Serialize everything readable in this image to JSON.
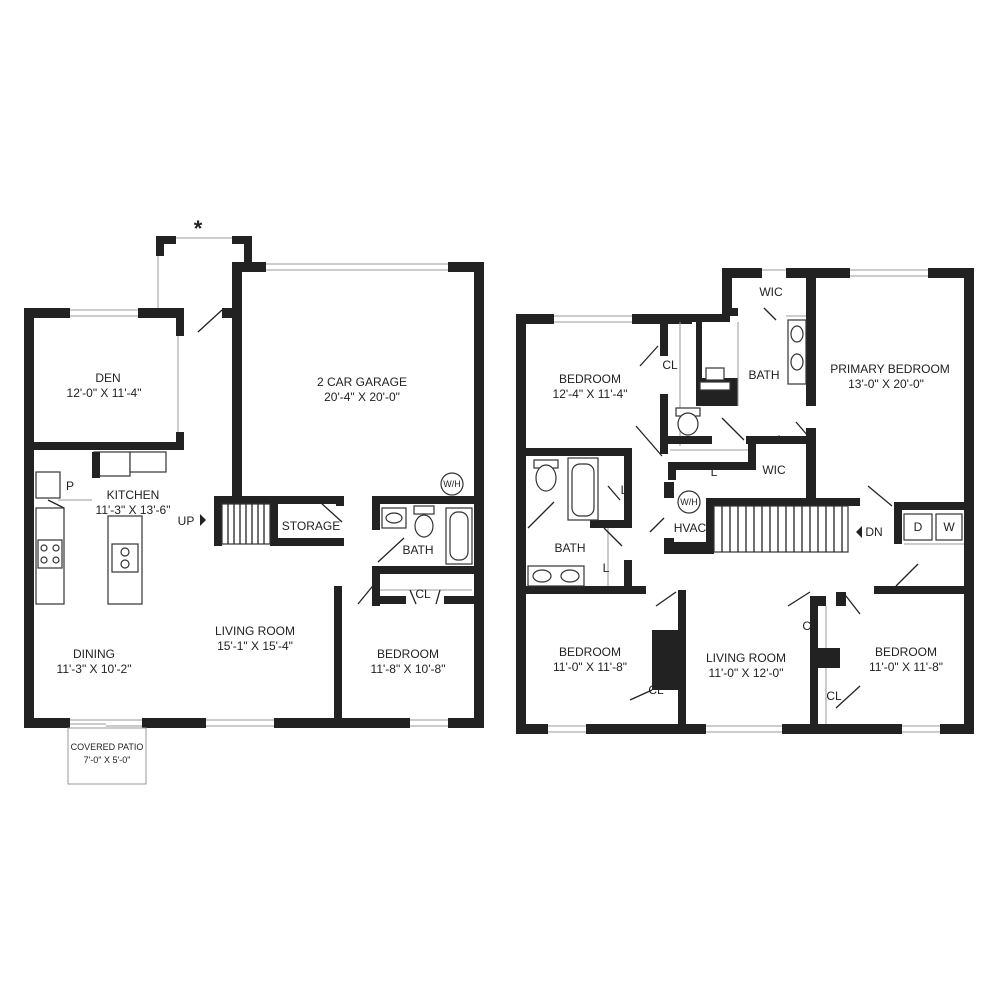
{
  "floor1": {
    "entry_marker": "*",
    "den": {
      "name": "DEN",
      "dims": "12'-0\" X 11'-4\""
    },
    "garage": {
      "name": "2 CAR GARAGE",
      "dims": "20'-4\" X 20'-0\""
    },
    "water_heater": "W/H",
    "pantry": "P",
    "kitchen": {
      "name": "KITCHEN",
      "dims": "11'-3\" X 13'-6\""
    },
    "stairs_up": "UP",
    "storage": "STORAGE",
    "bath": "BATH",
    "closet": "CL",
    "dining": {
      "name": "DINING",
      "dims": "11'-3\" X 10'-2\""
    },
    "living": {
      "name": "LIVING ROOM",
      "dims": "15'-1\" X 15'-4\""
    },
    "bedroom": {
      "name": "BEDROOM",
      "dims": "11'-8\" X 10'-8\""
    },
    "patio": {
      "name": "COVERED PATIO",
      "dims": "7'-0\" X 5'-0\""
    }
  },
  "floor2": {
    "bedroom_nw": {
      "name": "BEDROOM",
      "dims": "12'-4\" X 11'-4\""
    },
    "closet_nw": "CL",
    "wic_top": "WIC",
    "bath_primary": "BATH",
    "primary": {
      "name": "PRIMARY BEDROOM",
      "dims": "13'-0\" X 20'-0\""
    },
    "linen_a": "L",
    "linen_b": "L",
    "linen_c": "L",
    "wic_mid": "WIC",
    "water_heater": "W/H",
    "hvac": "HVAC",
    "stairs_down": "DN",
    "dryer": "D",
    "washer": "W",
    "bath_hall": "BATH",
    "bedroom_sw": {
      "name": "BEDROOM",
      "dims": "11'-0\" X 11'-8\""
    },
    "closet_sw": "CL",
    "living": {
      "name": "LIVING ROOM",
      "dims": "11'-0\" X 12'-0\""
    },
    "closet_se_top": "CL",
    "closet_se_bottom": "CL",
    "bedroom_se": {
      "name": "BEDROOM",
      "dims": "11'-0\" X 11'-8\""
    }
  }
}
